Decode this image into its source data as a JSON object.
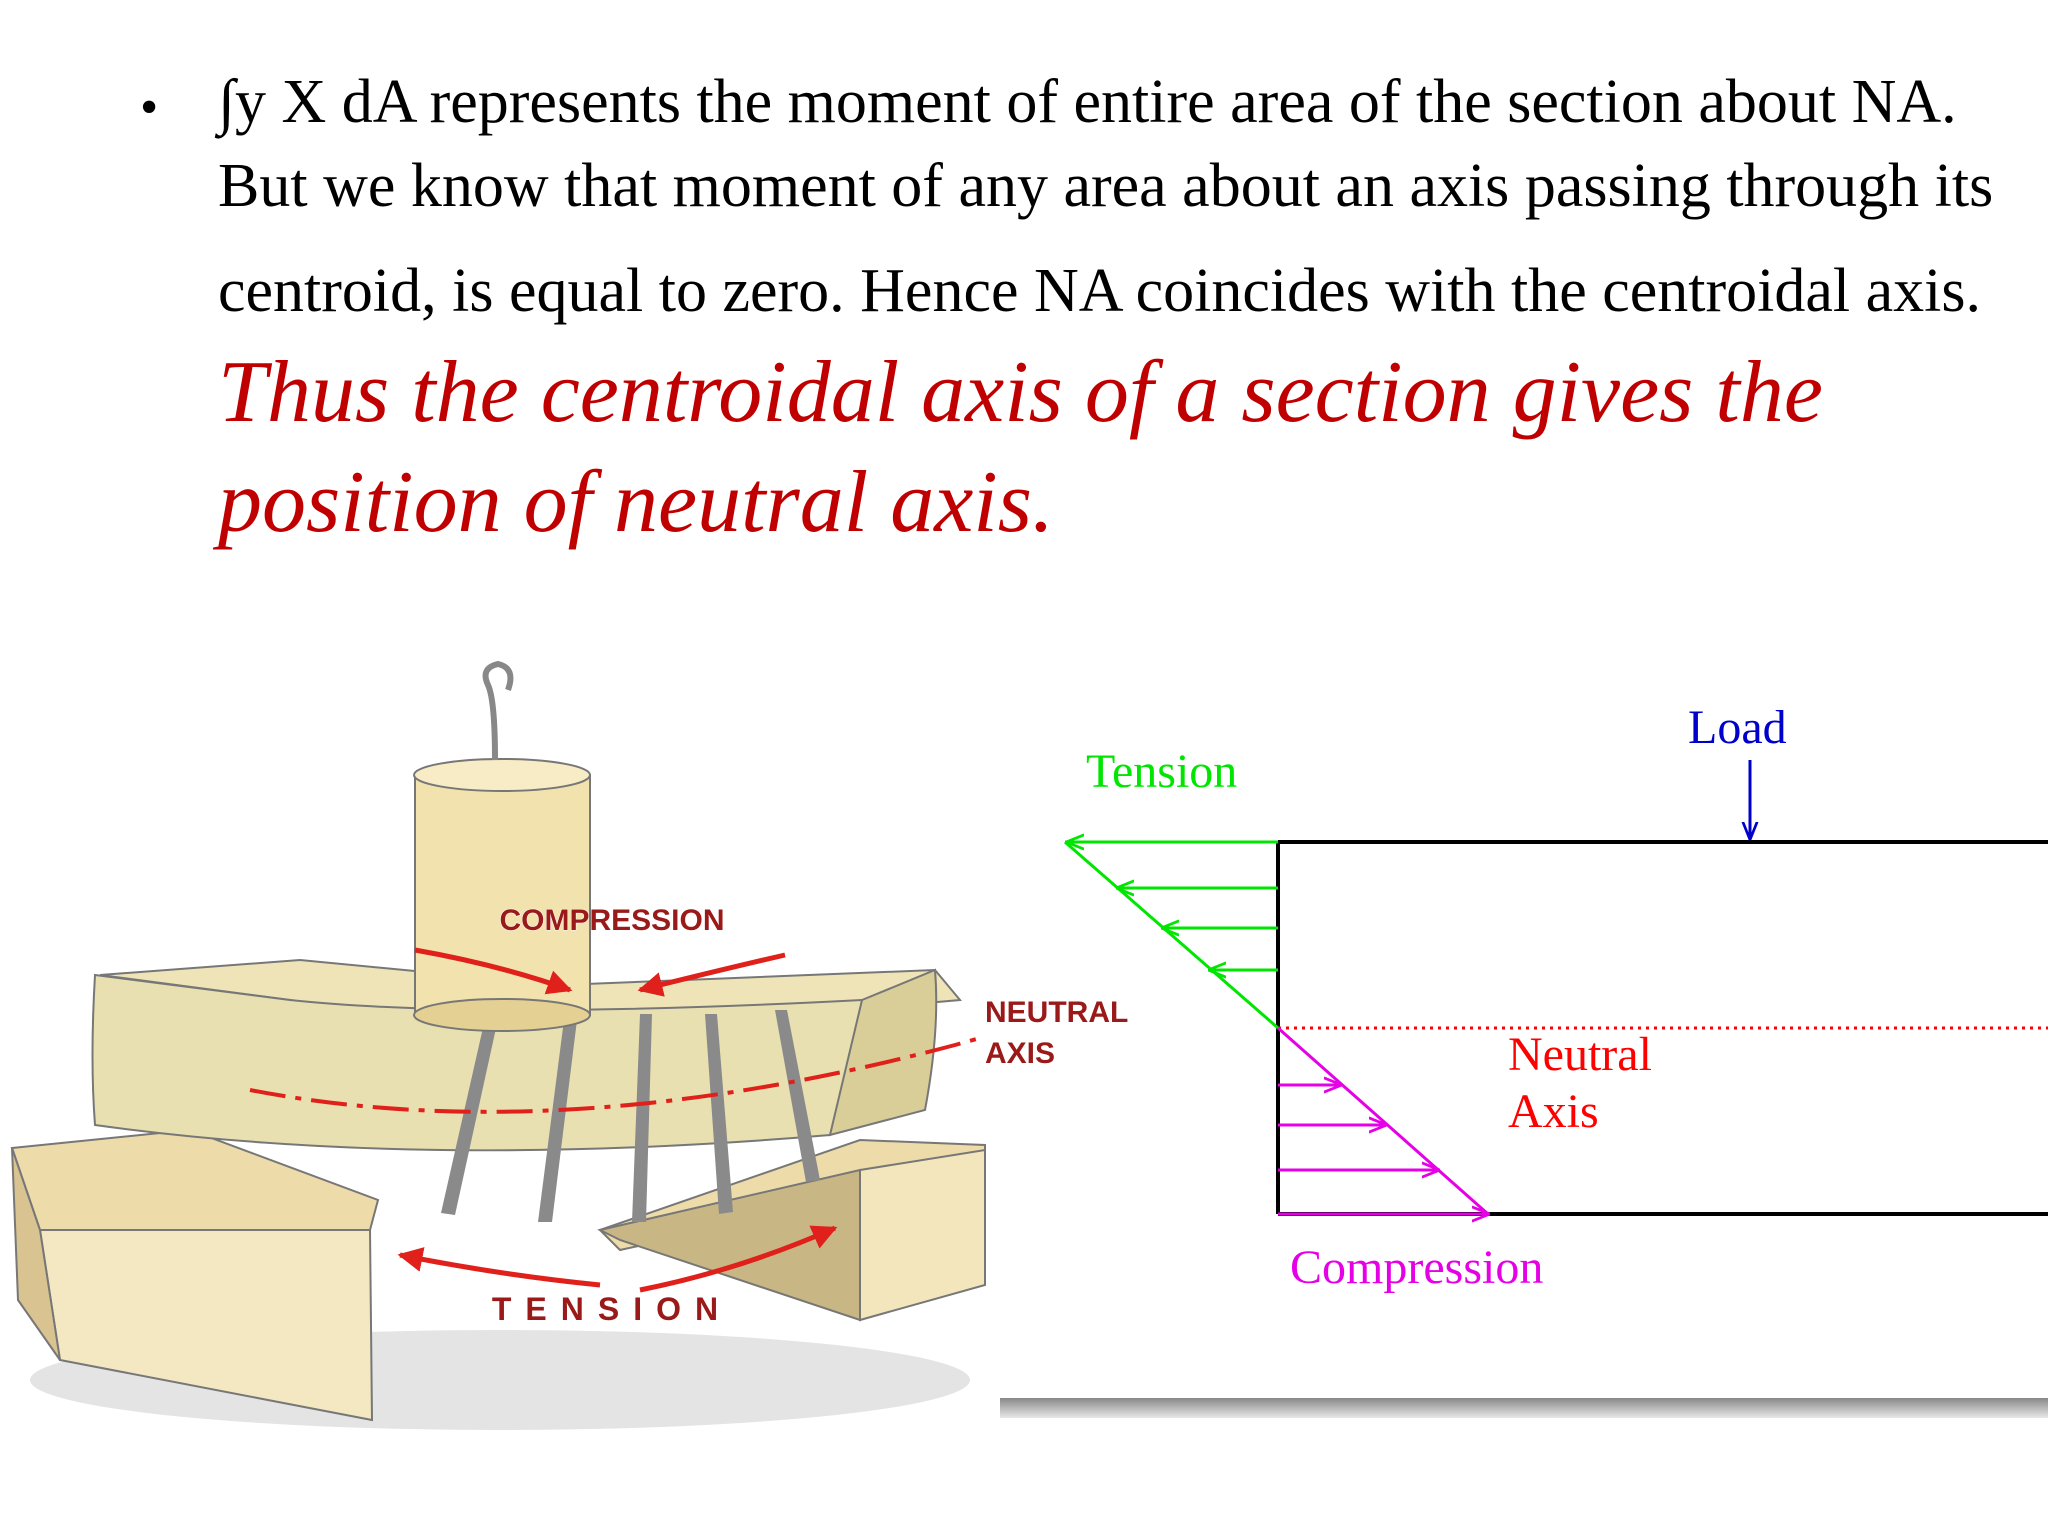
{
  "text": {
    "bullet": "•",
    "normal": "∫y X dA represents the moment of entire area of the section about NA. But we know that moment of any area about an axis passing through its centroid, is equal to zero. Hence NA coincides with the centroidal axis",
    "period": ".",
    "emphasis": " Thus the centroidal axis of a section gives the position of neutral axis."
  },
  "left_figure": {
    "compression": "COMPRESSION",
    "neutral_axis_line1": "NEUTRAL",
    "neutral_axis_line2": "AXIS",
    "tension": "TENSION"
  },
  "right_figure": {
    "tension": "Tension",
    "load": "Load",
    "neutral_line1": "Neutral",
    "neutral_line2": "Axis",
    "compression": "Compression"
  },
  "colors": {
    "emphasis": "#c00000",
    "tension_stress": "#00e600",
    "compression_stress": "#e600e6",
    "load": "#0000cc",
    "neutral_axis": "#ff0000",
    "left_arrows": "#e0201a"
  }
}
